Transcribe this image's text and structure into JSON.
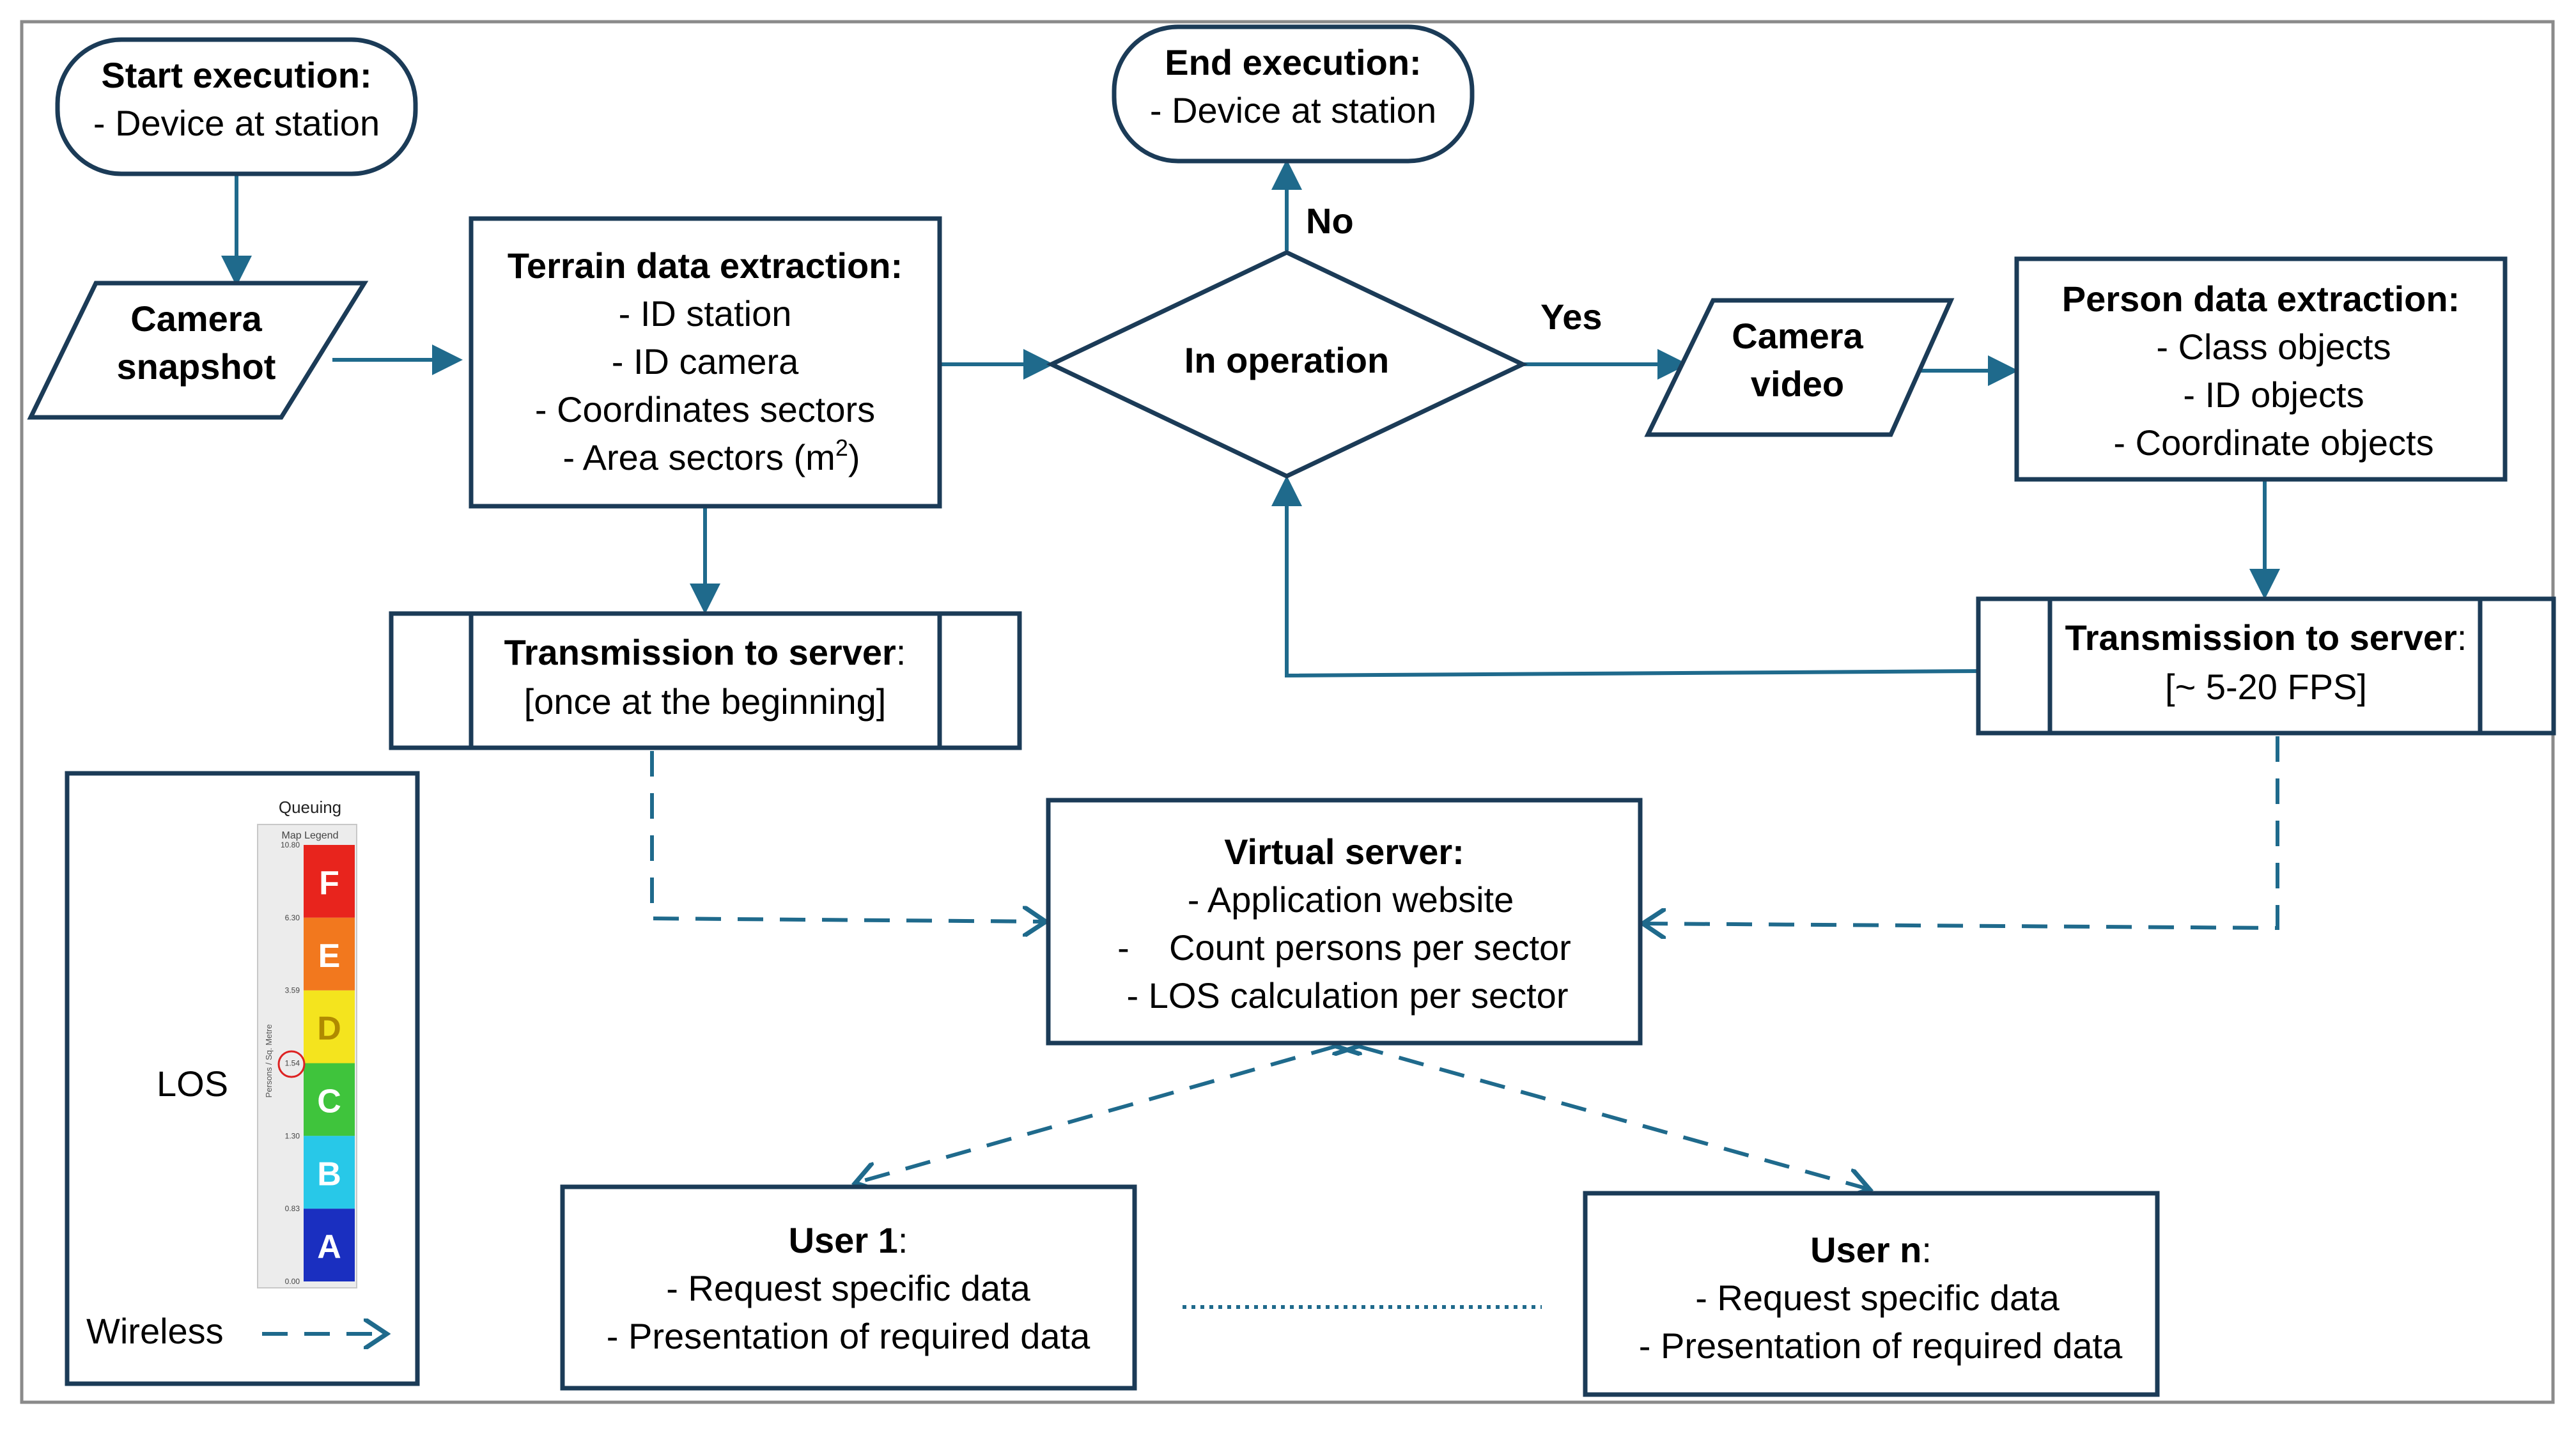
{
  "nodes": {
    "start": {
      "title": "Start execution:",
      "lines": [
        "- Device at station"
      ]
    },
    "end": {
      "title": "End execution:",
      "lines": [
        "- Device at station"
      ]
    },
    "camera_snapshot": {
      "lines": [
        "Camera",
        "snapshot"
      ]
    },
    "terrain": {
      "title": "Terrain data extraction:",
      "lines": [
        "- ID station",
        "- ID camera",
        "- Coordinates sectors",
        "- Area sectors (m",
        "2",
        ")"
      ]
    },
    "decision": {
      "label": "In operation",
      "yes": "Yes",
      "no": "No"
    },
    "camera_video": {
      "lines": [
        "Camera",
        "video"
      ]
    },
    "person": {
      "title": "Person data extraction:",
      "lines": [
        "- Class objects",
        "- ID objects",
        "- Coordinate objects"
      ]
    },
    "tx_left": {
      "title": "Transmission to server",
      "colon": ":",
      "lines": [
        "[once at the beginning]"
      ]
    },
    "tx_right": {
      "title": "Transmission to server",
      "colon": ":",
      "lines": [
        "[~ 5-20 FPS]"
      ]
    },
    "server": {
      "title": "Virtual server:",
      "lines": [
        "- Application website",
        "-    Count persons per sector",
        "- LOS calculation per sector"
      ]
    },
    "user1": {
      "title": "User 1",
      "colon": ":",
      "lines": [
        "- Request specific data",
        "- Presentation of required data"
      ]
    },
    "usern": {
      "title": "User n",
      "colon": ":",
      "lines": [
        "- Request specific data",
        "- Presentation of required data"
      ]
    }
  },
  "legend": {
    "los_label": "LOS",
    "wireless_label": "Wireless",
    "queuing_title": "Queuing",
    "map_legend": "Map Legend",
    "axis_label": "Persons / Sq. Metre",
    "ticks": [
      "10.80",
      "6.30",
      "3.59",
      "1.54",
      "1.30",
      "0.83",
      "0.00"
    ],
    "levels": [
      {
        "letter": "F",
        "color": "#e8241d"
      },
      {
        "letter": "E",
        "color": "#f2781e"
      },
      {
        "letter": "D",
        "color": "#f4e41e"
      },
      {
        "letter": "C",
        "color": "#3fc43c"
      },
      {
        "letter": "B",
        "color": "#28c8e8"
      },
      {
        "letter": "A",
        "color": "#1a2fc0"
      }
    ]
  },
  "colors": {
    "arrow": "#1f6a8c",
    "box_stroke": "#1b3b57"
  }
}
